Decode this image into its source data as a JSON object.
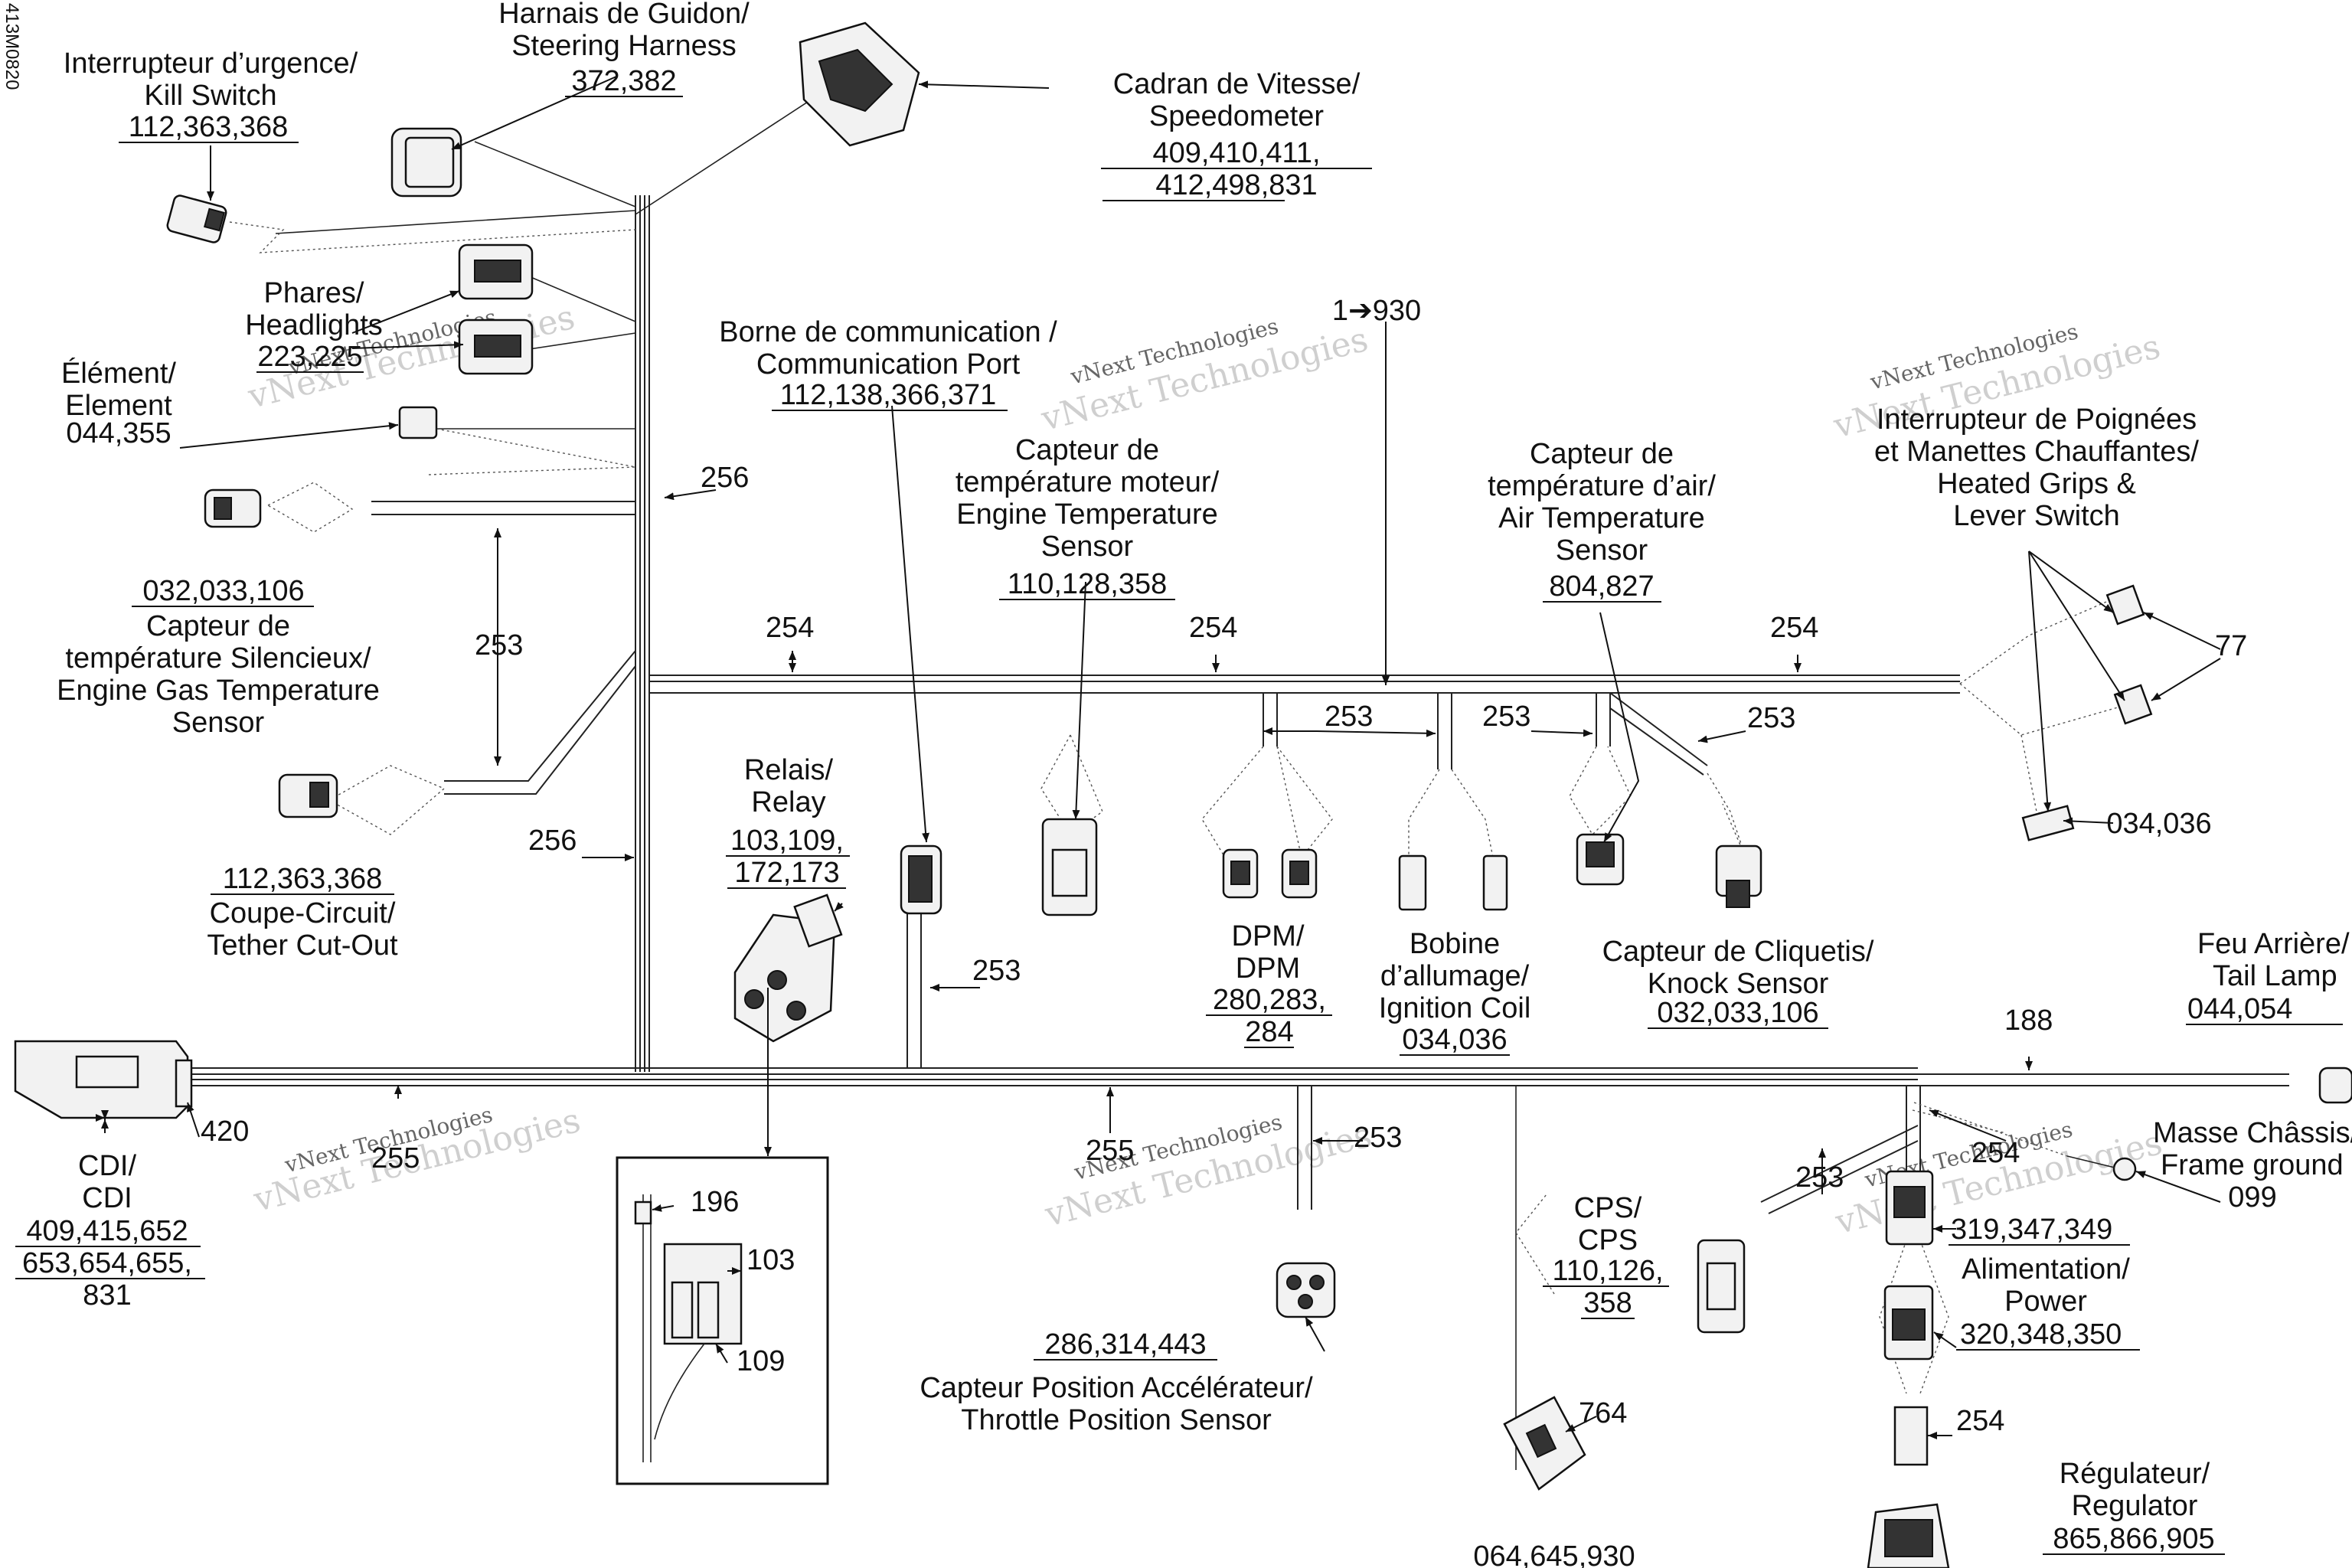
{
  "code": "413M0820",
  "watermark": {
    "big": "vNext Technologies",
    "small": "vNext Technologies"
  },
  "labels": {
    "kill_switch": [
      "Interrupteur d’urgence/",
      "Kill Switch"
    ],
    "kill_switch_nums": "112,363,368",
    "steering_harness": [
      "Harnais de Guidon/",
      "Steering Harness"
    ],
    "steering_harness_nums": "372,382",
    "speedometer": [
      "Cadran de Vitesse/",
      "Speedometer"
    ],
    "speedometer_nums": [
      "409,410,411,",
      "412,498,831"
    ],
    "headlights": [
      "Phares/",
      "Headlights"
    ],
    "headlights_nums": "223,225",
    "element": [
      "Élément/",
      "Element"
    ],
    "element_nums": "044,355",
    "comm_port": [
      "Borne de communication /",
      "Communication Port"
    ],
    "comm_port_nums": "112,138,366,371",
    "ref_930": "1➔930",
    "engine_temp": [
      "Capteur de",
      "température moteur/",
      "Engine Temperature",
      "Sensor"
    ],
    "engine_temp_nums": "110,128,358",
    "air_temp": [
      "Capteur de",
      "température d’air/",
      "Air Temperature",
      "Sensor"
    ],
    "air_temp_nums": "804,827",
    "heated_grips": [
      "Interrupteur de Poignées",
      "et Manettes Chauffantes/",
      "Heated Grips &",
      "Lever Switch"
    ],
    "gas_temp_nums": "032,033,106",
    "gas_temp": [
      "Capteur de",
      "température Silencieux/",
      "Engine Gas Temperature",
      "Sensor"
    ],
    "tether_nums": "112,363,368",
    "tether": [
      "Coupe-Circuit/",
      "Tether Cut-Out"
    ],
    "relay": [
      "Relais/",
      "Relay"
    ],
    "relay_nums": [
      "103,109,",
      "172,173"
    ],
    "dpm": [
      "DPM/",
      "DPM"
    ],
    "dpm_nums": [
      "280,283,",
      "284"
    ],
    "ignition": [
      "Bobine",
      "d’allumage/",
      "Ignition Coil"
    ],
    "ignition_nums": "034,036",
    "knock": [
      "Capteur de Cliquetis/",
      "Knock Sensor"
    ],
    "knock_nums": "032,033,106",
    "tail_lamp": [
      "Feu Arrière/",
      "Tail Lamp"
    ],
    "tail_lamp_nums": "044,054",
    "grips_nums": "034,036",
    "cdi": [
      "CDI/",
      "CDI"
    ],
    "cdi_nums": [
      "409,415,652",
      "653,654,655,",
      "831"
    ],
    "frame_ground": [
      "Masse Châssis/",
      "Frame ground"
    ],
    "frame_ground_nums": "099",
    "power_nums_top": "319,347,349",
    "power": [
      "Alimentation/",
      "Power"
    ],
    "power_nums_bottom": "320,348,350",
    "cps": [
      "CPS/",
      "CPS"
    ],
    "cps_nums": [
      "110,126,",
      "358"
    ],
    "tps_nums": "286,314,443",
    "tps": [
      "Capteur Position Accélérateur/",
      "Throttle Position Sensor"
    ],
    "regulator": [
      "Régulateur/",
      "Regulator"
    ],
    "regulator_nums": "865,866,905",
    "bottom_nums": "064,645,930"
  },
  "refs": {
    "r256a": "256",
    "r256b": "256",
    "r253_left": "253",
    "r254_a": "254",
    "r254_b": "254",
    "r254_c": "254",
    "r253_dpm": "253",
    "r253_coil": "253",
    "r253_knock": "253",
    "r77": "77",
    "r253_relay": "253",
    "r188": "188",
    "r420": "420",
    "r255_a": "255",
    "r255_b": "255",
    "r253_tps": "253",
    "r253_cps": "253",
    "r254_d": "254",
    "r196": "196",
    "r103": "103",
    "r109": "109",
    "r764": "764",
    "r254_e": "254"
  }
}
